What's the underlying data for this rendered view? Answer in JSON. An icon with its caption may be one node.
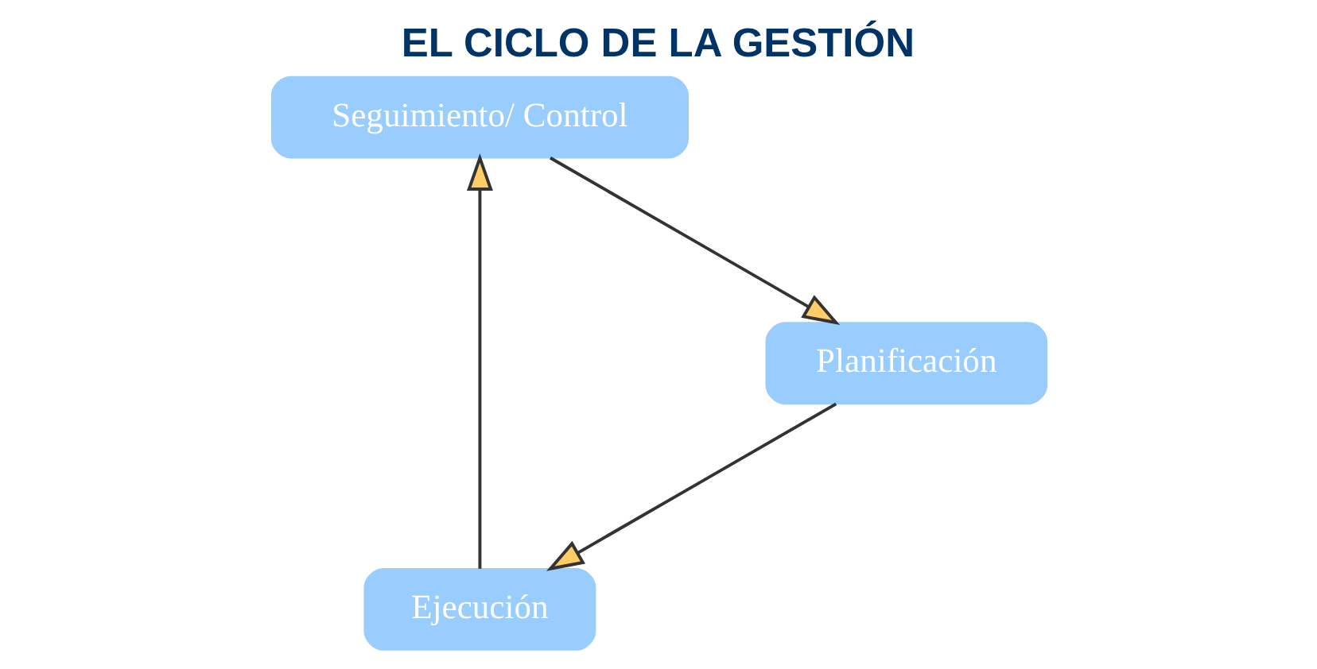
{
  "diagram": {
    "title": "EL CICLO DE LA GESTIÓN",
    "nodes": [
      {
        "text": [
          "Ejecución"
        ]
      },
      {
        "text": [
          "Planificación"
        ]
      },
      {
        "text": [
          "Seguimiento/ Control"
        ]
      }
    ],
    "edges": [
      {
        "from": 1,
        "to": 0,
        "arrow": "to"
      },
      {
        "from": 0,
        "to": 2,
        "arrow": "to"
      },
      {
        "from": 2,
        "to": 1,
        "arrow": "to"
      }
    ]
  }
}
